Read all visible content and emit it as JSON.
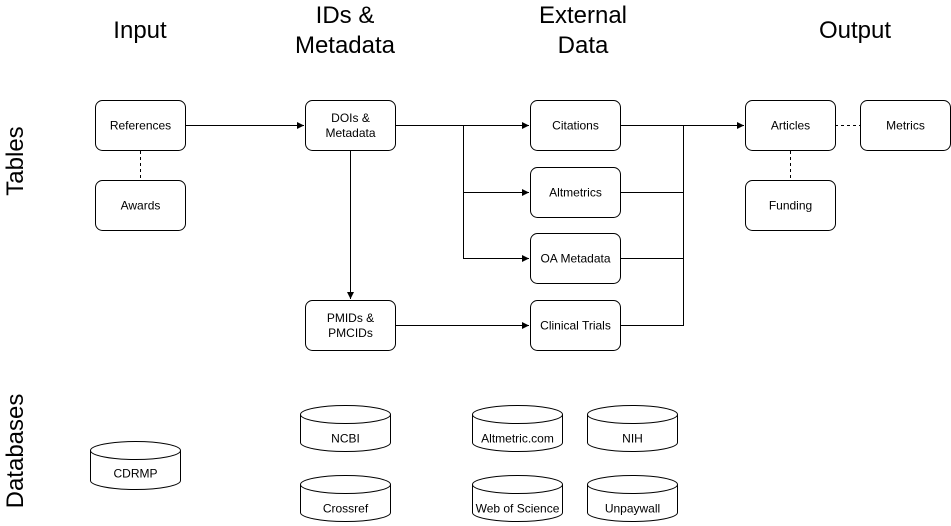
{
  "headers": {
    "input": "Input",
    "ids_line1": "IDs &",
    "ids_line2": "Metadata",
    "external_line1": "External",
    "external_line2": "Data",
    "output": "Output"
  },
  "side_labels": {
    "tables": "Tables",
    "databases": "Databases"
  },
  "tables": {
    "references": "References",
    "awards": "Awards",
    "dois_line1": "DOIs &",
    "dois_line2": "Metadata",
    "pmids_line1": "PMIDs &",
    "pmids_line2": "PMCIDs",
    "citations": "Citations",
    "altmetrics": "Altmetrics",
    "oa_metadata": "OA Metadata",
    "clinical_trials": "Clinical Trials",
    "articles": "Articles",
    "metrics": "Metrics",
    "funding": "Funding"
  },
  "databases": {
    "cdrmp": "CDRMP",
    "ncbi": "NCBI",
    "crossref": "Crossref",
    "altmetric_com": "Altmetric.com",
    "nih": "NIH",
    "web_of_science": "Web of Science",
    "unpaywall": "Unpaywall"
  }
}
